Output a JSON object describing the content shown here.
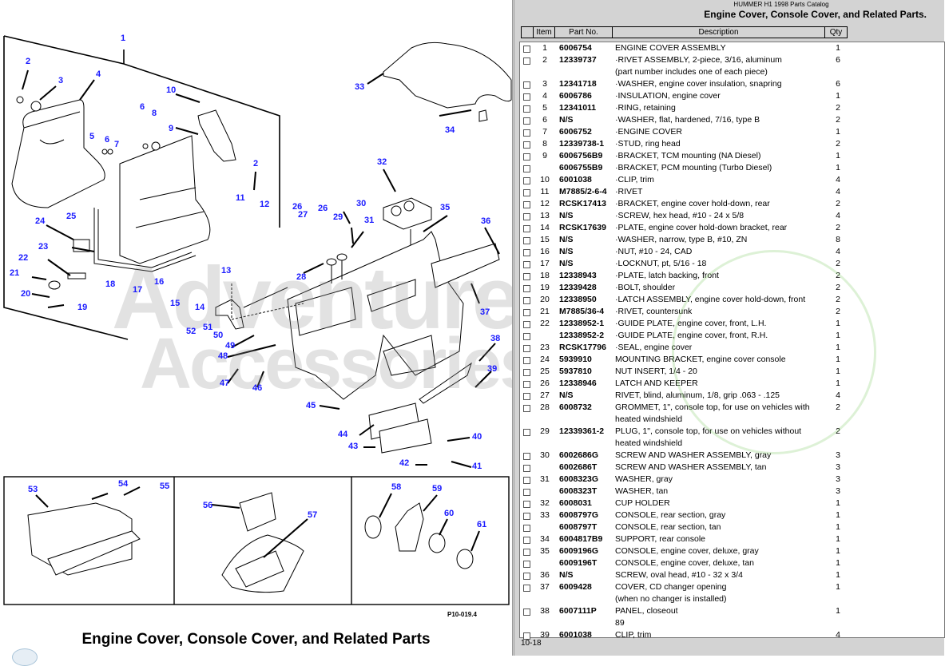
{
  "diagram": {
    "figure_code": "P10-019.4",
    "title": "Engine Cover, Console Cover, and Related Parts",
    "watermark": [
      "Adventure",
      "Accessories"
    ],
    "callouts": [
      "1",
      "2",
      "3",
      "4",
      "5",
      "6",
      "7",
      "8",
      "9",
      "10",
      "11",
      "12",
      "13",
      "14",
      "15",
      "16",
      "17",
      "18",
      "19",
      "20",
      "21",
      "22",
      "23",
      "24",
      "25",
      "26",
      "27",
      "28",
      "29",
      "30",
      "31",
      "32",
      "33",
      "34",
      "35",
      "36",
      "37",
      "38",
      "39",
      "40",
      "41",
      "42",
      "43",
      "44",
      "45",
      "46",
      "47",
      "48",
      "49",
      "50",
      "51",
      "52",
      "53",
      "54",
      "55",
      "56",
      "57",
      "58",
      "59",
      "60",
      "61",
      "2",
      "6",
      "26"
    ]
  },
  "panel": {
    "catalog_title": "HUMMER H1 1998 Parts Catalog",
    "section_title": "Engine Cover, Console Cover, and Related Parts.",
    "columns": {
      "item": "Item",
      "part_no": "Part No.",
      "description": "Description",
      "qty": "Qty"
    },
    "page_number": "10-18",
    "rows": [
      {
        "item": "1",
        "part": "6006754",
        "desc": [
          "ENGINE COVER ASSEMBLY"
        ],
        "qty": "1"
      },
      {
        "item": "2",
        "part": "12339737",
        "desc": [
          "·RIVET ASSEMBLY,  2-piece, 3/16, aluminum",
          "(part number includes one of each piece)"
        ],
        "qty": "6"
      },
      {
        "item": "3",
        "part": "12341718",
        "desc": [
          "·WASHER, engine cover insulation, snapring"
        ],
        "qty": "6"
      },
      {
        "item": "4",
        "part": "6006786",
        "desc": [
          "·INSULATION, engine cover"
        ],
        "qty": "1"
      },
      {
        "item": "5",
        "part": "12341011",
        "desc": [
          "·RING, retaining"
        ],
        "qty": "2"
      },
      {
        "item": "6",
        "part": "N/S",
        "desc": [
          "·WASHER, flat, hardened, 7/16, type B"
        ],
        "qty": "2"
      },
      {
        "item": "7",
        "part": "6006752",
        "desc": [
          "·ENGINE COVER"
        ],
        "qty": "1"
      },
      {
        "item": "8",
        "part": "12339738-1",
        "desc": [
          "·STUD, ring head"
        ],
        "qty": "2"
      },
      {
        "item": "9",
        "part": "6006756B9",
        "desc": [
          "·BRACKET, TCM mounting (NA Diesel)"
        ],
        "qty": "1"
      },
      {
        "item": "",
        "part": "6006755B9",
        "desc": [
          "·BRACKET, PCM mounting (Turbo Diesel)"
        ],
        "qty": "1"
      },
      {
        "item": "10",
        "part": "6001038",
        "desc": [
          "·CLIP, trim"
        ],
        "qty": "4"
      },
      {
        "item": "11",
        "part": "M7885/2-6-4",
        "desc": [
          "·RIVET"
        ],
        "qty": "4"
      },
      {
        "item": "12",
        "part": "RCSK17413",
        "desc": [
          "·BRACKET, engine cover hold-down, rear"
        ],
        "qty": "2"
      },
      {
        "item": "13",
        "part": "N/S",
        "desc": [
          "·SCREW, hex head, #10 - 24 x 5/8"
        ],
        "qty": "4"
      },
      {
        "item": "14",
        "part": "RCSK17639",
        "desc": [
          "·PLATE, engine cover hold-down bracket, rear"
        ],
        "qty": "2"
      },
      {
        "item": "15",
        "part": "N/S",
        "desc": [
          "·WASHER, narrow, type B, #10, ZN"
        ],
        "qty": "8"
      },
      {
        "item": "16",
        "part": "N/S",
        "desc": [
          "·NUT, #10 - 24, CAD"
        ],
        "qty": "4"
      },
      {
        "item": "17",
        "part": "N/S",
        "desc": [
          "·LOCKNUT, pt, 5/16 - 18"
        ],
        "qty": "2"
      },
      {
        "item": "18",
        "part": "12338943",
        "desc": [
          "·PLATE, latch backing, front"
        ],
        "qty": "2"
      },
      {
        "item": "19",
        "part": "12339428",
        "desc": [
          "·BOLT, shoulder"
        ],
        "qty": "2"
      },
      {
        "item": "20",
        "part": "12338950",
        "desc": [
          "·LATCH ASSEMBLY, engine cover hold-down, front"
        ],
        "qty": "2"
      },
      {
        "item": "21",
        "part": "M7885/36-4",
        "desc": [
          "·RIVET, countersunk"
        ],
        "qty": "2"
      },
      {
        "item": "22",
        "part": "12338952-1",
        "desc": [
          "·GUIDE PLATE, engine cover, front, L.H."
        ],
        "qty": "1"
      },
      {
        "item": "",
        "part": "12338952-2",
        "desc": [
          "·GUIDE PLATE, engine cover, front, R.H."
        ],
        "qty": "1"
      },
      {
        "item": "23",
        "part": "RCSK17796",
        "desc": [
          "·SEAL, engine cover"
        ],
        "qty": "1"
      },
      {
        "item": "24",
        "part": "5939910",
        "desc": [
          "MOUNTING BRACKET, engine cover console"
        ],
        "qty": "1"
      },
      {
        "item": "25",
        "part": "5937810",
        "desc": [
          "NUT INSERT, 1/4 - 20"
        ],
        "qty": "1"
      },
      {
        "item": "26",
        "part": "12338946",
        "desc": [
          "LATCH AND KEEPER"
        ],
        "qty": "1"
      },
      {
        "item": "27",
        "part": "N/S",
        "desc": [
          "RIVET, blind, aluminum, 1/8, grip .063 - .125"
        ],
        "qty": "4"
      },
      {
        "item": "28",
        "part": "6008732",
        "desc": [
          "GROMMET, 1\", console top, for use on vehicles with",
          "heated windshield"
        ],
        "qty": "2"
      },
      {
        "item": "29",
        "part": "12339361-2",
        "desc": [
          "PLUG, 1\", console top, for  use on vehicles without",
          "heated windshield"
        ],
        "qty": "2"
      },
      {
        "item": "30",
        "part": "6002686G",
        "desc": [
          "SCREW AND WASHER ASSEMBLY, gray"
        ],
        "qty": "3"
      },
      {
        "item": "",
        "part": "6002686T",
        "desc": [
          "SCREW AND WASHER ASSEMBLY, tan"
        ],
        "qty": "3"
      },
      {
        "item": "31",
        "part": "6008323G",
        "desc": [
          "WASHER, gray"
        ],
        "qty": "3"
      },
      {
        "item": "",
        "part": "6008323T",
        "desc": [
          "WASHER, tan"
        ],
        "qty": "3"
      },
      {
        "item": "32",
        "part": "6008031",
        "desc": [
          "CUP HOLDER"
        ],
        "qty": "1"
      },
      {
        "item": "33",
        "part": "6008797G",
        "desc": [
          "CONSOLE, rear section, gray"
        ],
        "qty": "1"
      },
      {
        "item": "",
        "part": "6008797T",
        "desc": [
          "CONSOLE, rear section, tan"
        ],
        "qty": "1"
      },
      {
        "item": "34",
        "part": "6004817B9",
        "desc": [
          "SUPPORT, rear console"
        ],
        "qty": "1"
      },
      {
        "item": "35",
        "part": "6009196G",
        "desc": [
          "CONSOLE, engine cover, deluxe, gray"
        ],
        "qty": "1"
      },
      {
        "item": "",
        "part": "6009196T",
        "desc": [
          "CONSOLE, engine cover, deluxe, tan"
        ],
        "qty": "1"
      },
      {
        "item": "36",
        "part": "N/S",
        "desc": [
          "SCREW, oval head, #10 - 32 x 3/4"
        ],
        "qty": "1"
      },
      {
        "item": "37",
        "part": "6009428",
        "desc": [
          "COVER, CD changer opening",
          "(when no changer is installed)"
        ],
        "qty": "1"
      },
      {
        "item": "38",
        "part": "6007111P",
        "desc": [
          "PANEL, closeout",
          "89"
        ],
        "qty": "1"
      },
      {
        "item": "39",
        "part": "6001038",
        "desc": [
          "CLIP, trim"
        ],
        "qty": "4"
      }
    ]
  }
}
